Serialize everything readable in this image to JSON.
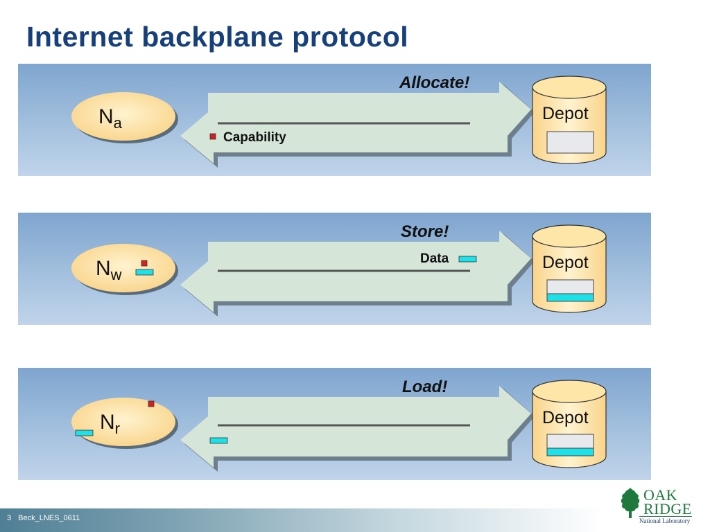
{
  "title": "Internet backplane protocol",
  "panels": [
    {
      "action": "Allocate!",
      "node_main": "N",
      "node_sub": "a",
      "depot_label": "Depot",
      "arrow_label": "Capability",
      "depot_has_data": false
    },
    {
      "action": "Store!",
      "node_main": "N",
      "node_sub": "w",
      "depot_label": "Depot",
      "arrow_label": "Data",
      "depot_has_data": true
    },
    {
      "action": "Load!",
      "node_main": "N",
      "node_sub": "r",
      "depot_label": "Depot",
      "arrow_label": "",
      "depot_has_data": true
    }
  ],
  "colors": {
    "title": "#17407a",
    "capability_square": "#d42020",
    "data_block": "#1ee0e6",
    "depot_fill": "#fde6a8",
    "node_fill": "#fde3a6",
    "arrow_fill": "#d5e5d8",
    "arrow_shadow": "#6d7f8c"
  },
  "footer": {
    "slide_number": "3",
    "slide_id": "Beck_LNES_0611"
  },
  "logo": {
    "line1": "OAK",
    "line2": "RIDGE",
    "line3": "National Laboratory"
  }
}
